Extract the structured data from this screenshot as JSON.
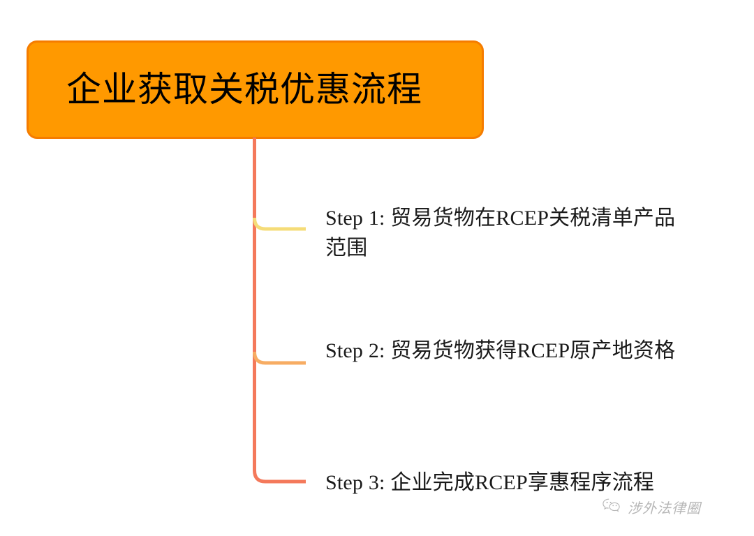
{
  "diagram": {
    "type": "flowchart",
    "orientation": "vertical-trunk-right-branches",
    "background_color": "#ffffff",
    "title_node": {
      "text": "企业获取关税优惠流程",
      "fill_color": "#ff9900",
      "border_color": "#f57c00",
      "text_color": "#000000"
    },
    "trunk": {
      "color": "#f4795b",
      "stroke_width": 5
    },
    "steps": [
      {
        "id": "step-1",
        "label": "Step 1: 贸易货物在RCEP关税清单产品范围",
        "connector_color": "#f5dc78"
      },
      {
        "id": "step-2",
        "label": "Step 2: 贸易货物获得RCEP原产地资格",
        "connector_color": "#f7ac63"
      },
      {
        "id": "step-3",
        "label": "Step 3: 企业完成RCEP享惠程序流程",
        "connector_color": "#f4795b"
      }
    ]
  },
  "watermark": {
    "icon": "wechat-icon",
    "text": "涉外法律圈",
    "color": "#8a8a8a"
  }
}
